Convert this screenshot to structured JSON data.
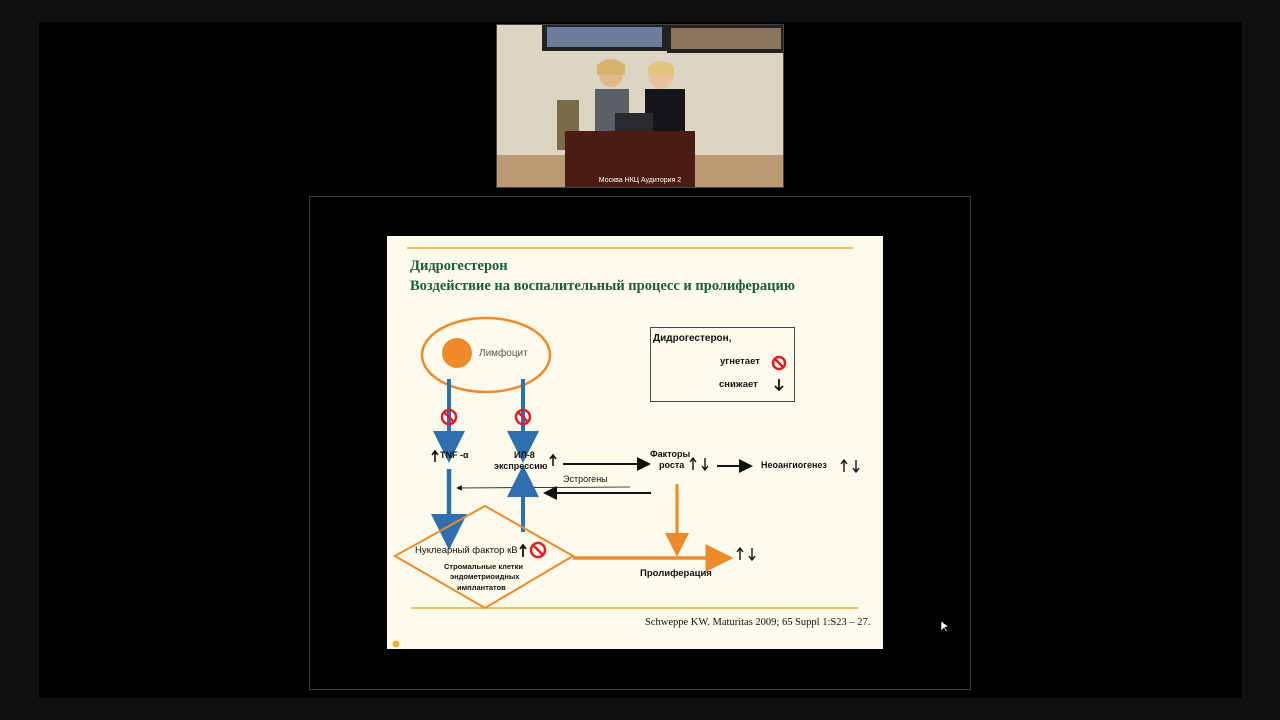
{
  "video": {
    "caption": "Москва НКЦ Аудитория 2"
  },
  "slide": {
    "title_line1": "Дидрогестерон",
    "title_line2": "Воздействие на воспалительный процесс и пролиферацию",
    "lymphocyte": "Лимфоцит",
    "tnf": "TNF -α",
    "il8_line1": "ИЛ-8",
    "il8_line2": "экспрессию",
    "growth_line1": "Факторы",
    "growth_line2": "роста",
    "neoangiogenesis": "Неоангиогенез",
    "estrogens": "Эстрогены",
    "nuclear_factor": "Нуклеарный фактор кВ",
    "stromal_line1": "Стромальные клетки",
    "stromal_line2": "эндометриоидных",
    "stromal_line3": "имплантатов",
    "proliferation": "Пролиферация",
    "legend": {
      "title": "Дидрогестерон,",
      "inhibits": "угнетает",
      "reduces": "снижает"
    },
    "citation": "Schweppe KW. Maturitas 2009; 65 Suppl 1:S23 – 27."
  },
  "colors": {
    "orange": "#ec8a2c",
    "blue": "#2f6fb0",
    "title_green": "#1f5a3a",
    "inhibit_red": "#d8202a",
    "rule_gold": "#e8b02a"
  }
}
